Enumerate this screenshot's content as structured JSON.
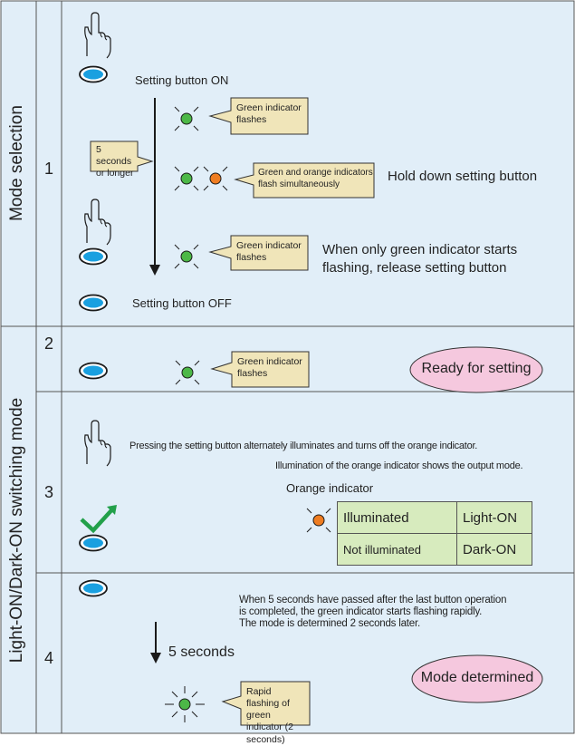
{
  "sections": {
    "mode_selection": "Mode selection",
    "switching_mode": "Light-ON/Dark-ON switching mode"
  },
  "steps": {
    "s1": "1",
    "s2": "2",
    "s3": "3",
    "s4": "4"
  },
  "step1": {
    "setting_on": "Setting button ON",
    "callout_green": "Green indicator flashes",
    "callout_time": "5 seconds or longer",
    "callout_both": "Green and orange indicators flash simultaneously",
    "hold_text": "Hold down setting button",
    "callout_green2": "Green indicator flashes",
    "release_line1": "When only green indicator starts",
    "release_line2": "flashing, release setting button",
    "setting_off": "Setting button OFF"
  },
  "step2": {
    "callout_green": "Green indicator flashes",
    "ready": "Ready for setting"
  },
  "step3": {
    "line1": "Pressing the setting button alternately illuminates and turns off the orange indicator.",
    "line2": "Illumination of the orange indicator shows the output mode.",
    "orange_label": "Orange indicator",
    "table": [
      [
        "Illuminated",
        "Light-ON"
      ],
      [
        "Not illuminated",
        "Dark-ON"
      ]
    ]
  },
  "step4": {
    "line1": "When 5 seconds have passed after the last button operation",
    "line2": "is completed, the green indicator starts flashing rapidly.",
    "line3": "The mode is determined 2 seconds later.",
    "seconds": "5 seconds",
    "callout_rapid": "Rapid flashing of green indicator (2 seconds)",
    "determined": "Mode determined"
  },
  "colors": {
    "panel_bg": "#e1eef8",
    "callout_bg": "#f0e5b9",
    "oval_bg": "#f5c8de",
    "table_bg": "#d7ebbe",
    "button_blue": "#1aa0e0",
    "led_green": "#4cb847",
    "led_orange": "#ef7d22"
  },
  "icons": [
    "hand-pressing-icon",
    "setting-button-icon",
    "green-led-icon",
    "orange-led-icon",
    "down-arrow-icon",
    "check-arrow-icon"
  ]
}
